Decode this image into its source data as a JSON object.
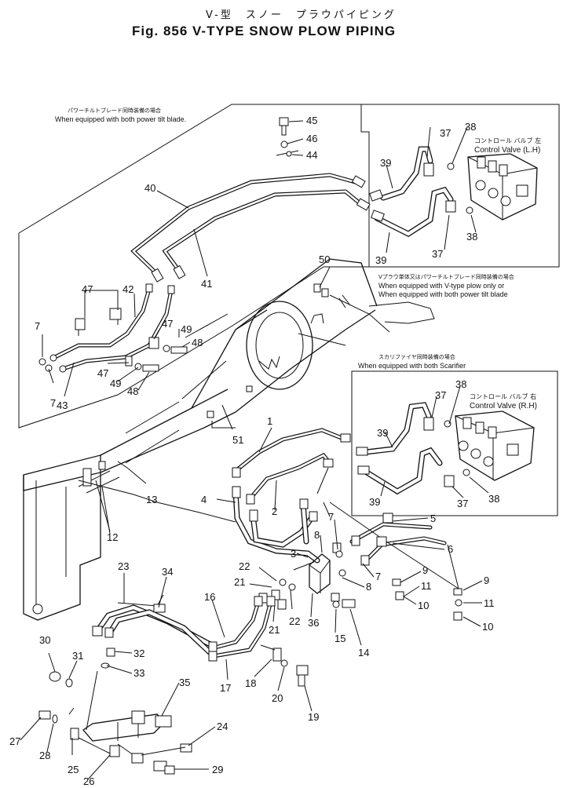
{
  "header": {
    "title_jp": "V-型　スノー　プラウパイピング",
    "title_en": "Fig. 856 V-TYPE SNOW PLOW PIPING"
  },
  "notes": {
    "power_tilt_jp": "パワーチルトブレード同時装備の場合",
    "power_tilt_en": "When equipped with both power tilt blade.",
    "vtype_only_jp": "Vプラウ単体又はパワーチルトブレード同時装備の場合",
    "vtype_only_en1": "When equipped with V-type plow only or",
    "vtype_only_en2": "When equipped with both power tilt blade",
    "scarifier_jp": "スカリファイヤ同時装備の場合",
    "scarifier_en": "When equipped with both Scarifier"
  },
  "valves": {
    "lh_jp": "コントロール バルブ 左",
    "lh_en": "Control Valve (L.H)",
    "rh_jp": "コントロール バルブ 右",
    "rh_en": "Control Valve (R.H)"
  },
  "part_numbers": {
    "p1": "1",
    "p2": "2",
    "p3": "3",
    "p4": "4",
    "p5": "5",
    "p6": "6",
    "p7a": "7",
    "p7b": "7",
    "p7c": "7",
    "p7d": "7",
    "p8a": "8",
    "p8b": "8",
    "p9a": "9",
    "p9b": "9",
    "p10a": "10",
    "p10b": "10",
    "p11a": "11",
    "p11b": "11",
    "p12": "12",
    "p13": "13",
    "p14": "14",
    "p15": "15",
    "p16": "16",
    "p17": "17",
    "p18": "18",
    "p19": "19",
    "p20": "20",
    "p21a": "21",
    "p21b": "21",
    "p22a": "22",
    "p22b": "22",
    "p23": "23",
    "p24": "24",
    "p25": "25",
    "p26": "26",
    "p27": "27",
    "p28": "28",
    "p29": "29",
    "p30": "30",
    "p31": "31",
    "p32": "32",
    "p33": "33",
    "p34": "34",
    "p35": "35",
    "p36": "36",
    "p37a": "37",
    "p37b": "37",
    "p37c": "37",
    "p37d": "37",
    "p38a": "38",
    "p38b": "38",
    "p38c": "38",
    "p38d": "38",
    "p39a": "39",
    "p39b": "39",
    "p39c": "39",
    "p39d": "39",
    "p40": "40",
    "p41": "41",
    "p42": "42",
    "p43": "43",
    "p44": "44",
    "p45": "45",
    "p46": "46",
    "p47a": "47",
    "p47b": "47",
    "p47c": "47",
    "p48a": "48",
    "p48b": "48",
    "p49a": "49",
    "p49b": "49",
    "p50": "50",
    "p51": "51"
  }
}
